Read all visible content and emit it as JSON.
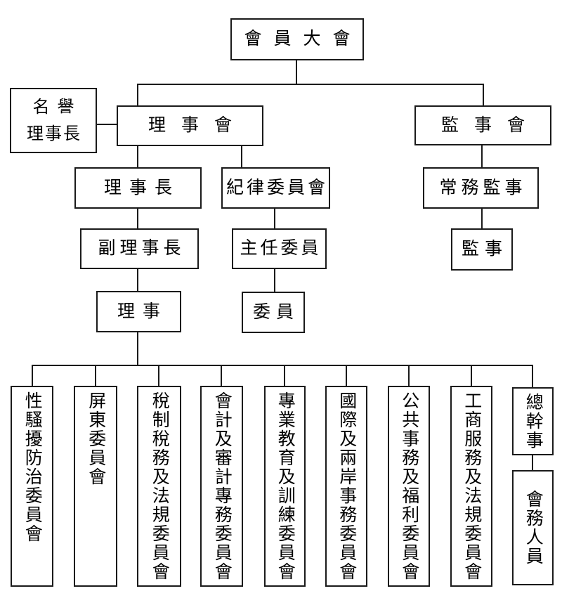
{
  "page": {
    "background_color": "#ffffff",
    "line_color": "#1a1a1a",
    "text_color": "#000000"
  },
  "nodes": {
    "general_assembly": {
      "label": "會員大會"
    },
    "honorary_chairman": {
      "line1": "名譽",
      "line2": "理事長"
    },
    "board_of_directors": {
      "label": "理事會"
    },
    "board_of_supervisors": {
      "label": "監事會"
    },
    "chairman": {
      "label": "理事長"
    },
    "discipline_committee": {
      "label": "紀律委員會"
    },
    "standing_supervisor": {
      "label": "常務監事"
    },
    "vice_chairman": {
      "label": "副理事長"
    },
    "chief_commissioner": {
      "label": "主任委員"
    },
    "supervisor": {
      "label": "監事"
    },
    "director": {
      "label": "理事"
    },
    "commissioner": {
      "label": "委員"
    },
    "secretary_general": {
      "label": "總幹事"
    },
    "association_staff": {
      "label": "會務人員"
    }
  },
  "committees": [
    {
      "label": "性騷擾防治委員會"
    },
    {
      "label": "屏東委員會"
    },
    {
      "label": "稅制稅務及法規委員會"
    },
    {
      "label": "會計及審計專務委員會"
    },
    {
      "label": "專業教育及訓練委員會"
    },
    {
      "label": "國際及兩岸事務委員會"
    },
    {
      "label": "公共事務及福利委員會"
    },
    {
      "label": "工商服務及法規委員會"
    }
  ],
  "edges": [
    {
      "from": "general_assembly",
      "to": "board_of_directors"
    },
    {
      "from": "general_assembly",
      "to": "board_of_supervisors"
    },
    {
      "from": "honorary_chairman",
      "to": "board_of_directors",
      "type": "lateral"
    },
    {
      "from": "board_of_directors",
      "to": "chairman"
    },
    {
      "from": "board_of_directors",
      "to": "discipline_committee"
    },
    {
      "from": "board_of_supervisors",
      "to": "standing_supervisor"
    },
    {
      "from": "chairman",
      "to": "vice_chairman"
    },
    {
      "from": "vice_chairman",
      "to": "director"
    },
    {
      "from": "discipline_committee",
      "to": "chief_commissioner"
    },
    {
      "from": "chief_commissioner",
      "to": "commissioner"
    },
    {
      "from": "standing_supervisor",
      "to": "supervisor"
    },
    {
      "from": "director",
      "to": "committees.0"
    },
    {
      "from": "director",
      "to": "committees.1"
    },
    {
      "from": "director",
      "to": "committees.2"
    },
    {
      "from": "director",
      "to": "committees.3"
    },
    {
      "from": "director",
      "to": "committees.4"
    },
    {
      "from": "director",
      "to": "committees.5"
    },
    {
      "from": "director",
      "to": "committees.6"
    },
    {
      "from": "director",
      "to": "committees.7"
    },
    {
      "from": "director",
      "to": "secretary_general"
    },
    {
      "from": "secretary_general",
      "to": "association_staff"
    }
  ]
}
